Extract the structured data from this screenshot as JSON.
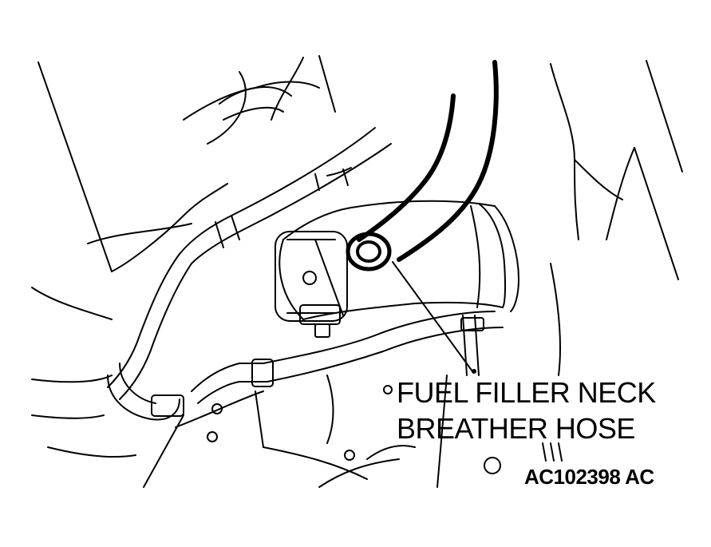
{
  "figure": {
    "callout_lines": [
      "FUEL FILLER NECK",
      "BREATHER HOSE"
    ],
    "figure_code": "AC102398 AC"
  },
  "colors": {
    "line": "#000000",
    "background": "#ffffff"
  }
}
